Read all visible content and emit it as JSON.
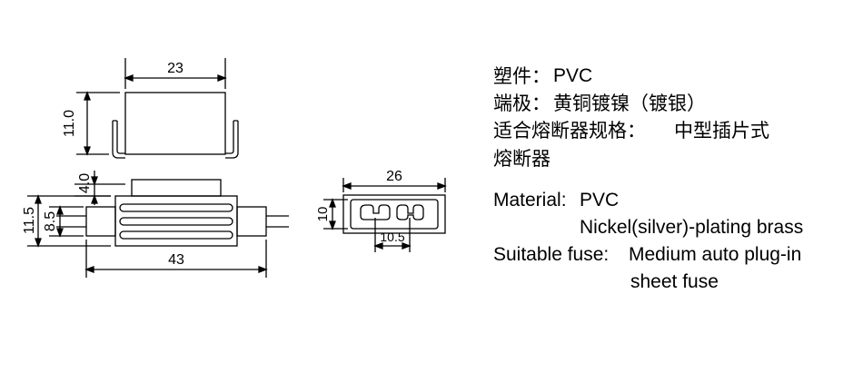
{
  "dimensions": {
    "top_width": "23",
    "top_height": "11.0",
    "side_height_4": "4.0",
    "side_height_11_5": "11.5",
    "side_height_8_5": "8.5",
    "side_length": "43",
    "end_width": "26",
    "end_height": "10",
    "end_inner": "10.5"
  },
  "specs_cn": {
    "material_label": "塑件：",
    "material_value": "PVC",
    "terminal_label": "端极：",
    "terminal_value": "黄铜镀镍（镀银）",
    "fuse_label": "适合熔断器规格：",
    "fuse_value": "中型插片式",
    "fuse_value_cont": "熔断器"
  },
  "specs_en": {
    "material_label": "Material:",
    "material_value": "PVC",
    "terminal_value": "Nickel(silver)-plating brass",
    "fuse_label": "Suitable fuse:",
    "fuse_value": "Medium auto plug-in",
    "fuse_value_cont": "sheet fuse"
  }
}
